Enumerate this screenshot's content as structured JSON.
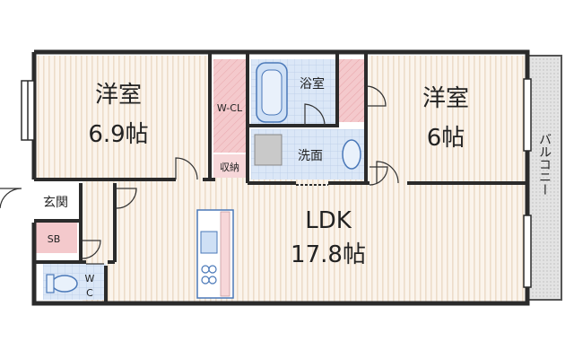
{
  "rooms": {
    "western_room_1": {
      "name": "洋室",
      "size": "6.9帖"
    },
    "western_room_2": {
      "name": "洋室",
      "size": "6帖"
    },
    "ldk": {
      "name": "LDK",
      "size": "17.8帖"
    },
    "walk_in_closet": {
      "label": "W-CL"
    },
    "bath": {
      "label": "浴室"
    },
    "washroom": {
      "label": "洗面"
    },
    "storage": {
      "label": "収納"
    },
    "entrance": {
      "label": "玄関"
    },
    "shoe_box": {
      "label": "SB"
    },
    "toilet": {
      "label_top": "W",
      "label_bottom": "C"
    },
    "balcony": {
      "label": "バルコニー"
    }
  },
  "colors": {
    "wall": "#2b2b2b",
    "floor_stripe": "#f2e3d3",
    "closet_fill": "#f4c9cc",
    "wet_area_fill": "#dbe7f7",
    "balcony_fill": "#d9d9d9"
  }
}
